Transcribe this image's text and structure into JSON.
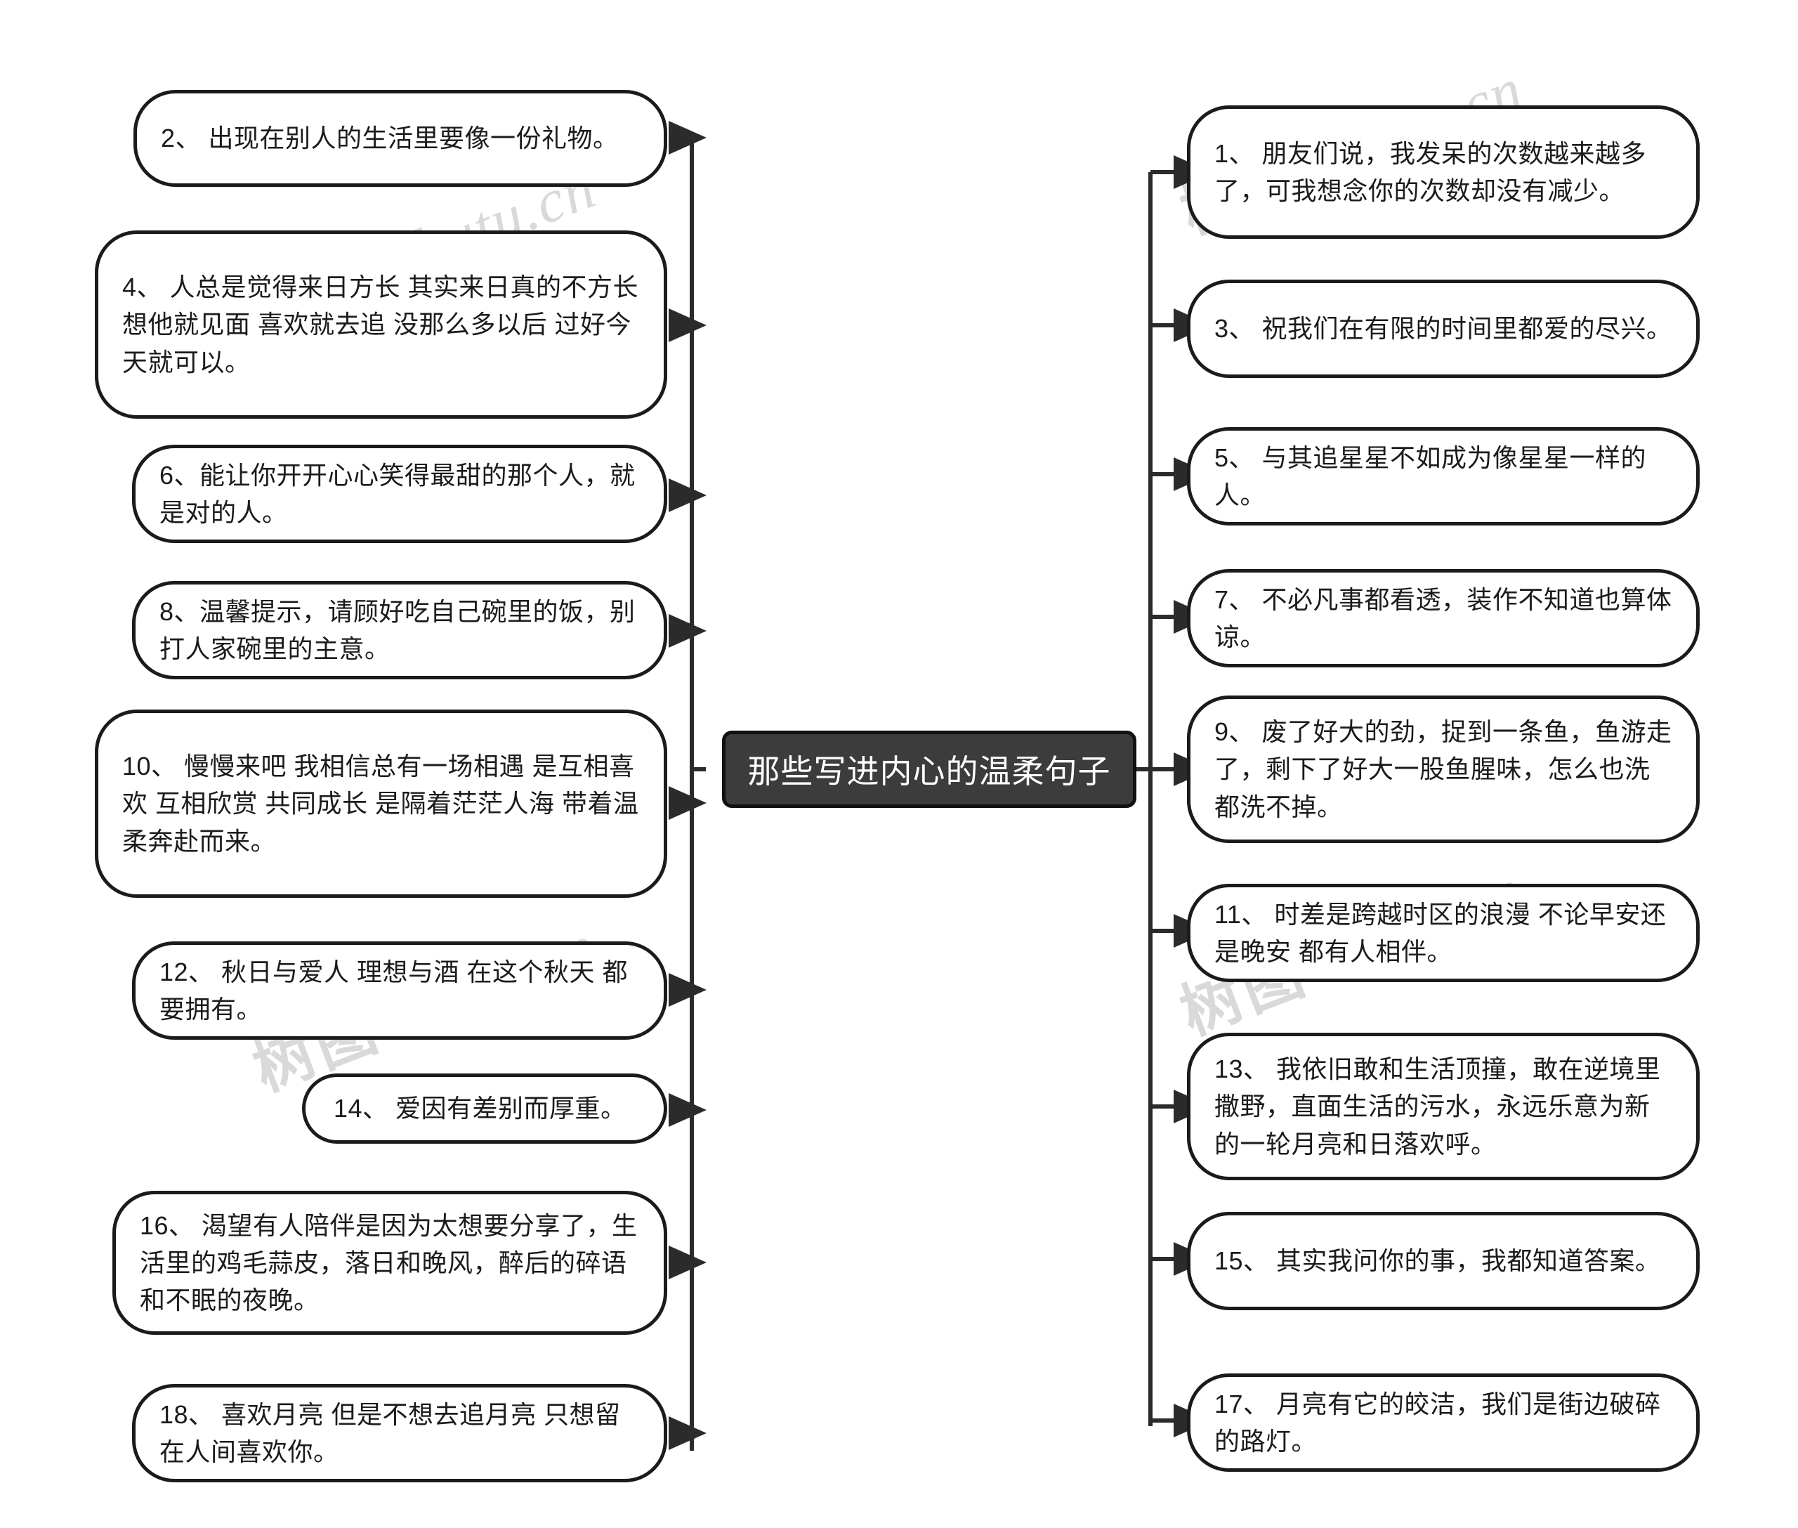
{
  "root": {
    "title": "那些写进内心的温柔句子",
    "bg_color": "#3c3c3c",
    "text_color": "#ffffff"
  },
  "watermark": {
    "text": "树图 shutu.cn",
    "color": "#d9d9d9"
  },
  "theme": {
    "node_border_color": "#1b1b1b",
    "node_bg_color": "#ffffff",
    "node_text_color": "#1b1b1b",
    "connector_color": "#2b2b2b",
    "canvas_bg": "#ffffff"
  },
  "left_branch": [
    {
      "id": "node-2",
      "label": "2、 出现在别人的生活里要像一份礼物。"
    },
    {
      "id": "node-4",
      "label": "4、 人总是觉得来日方长 其实来日真的不方长 想他就见面 喜欢就去追 没那么多以后 过好今天就可以。"
    },
    {
      "id": "node-6",
      "label": "6、能让你开开心心笑得最甜的那个人，就是对的人。"
    },
    {
      "id": "node-8",
      "label": "8、温馨提示，请顾好吃自己碗里的饭，别打人家碗里的主意。"
    },
    {
      "id": "node-10",
      "label": "10、 慢慢来吧 我相信总有一场相遇 是互相喜欢 互相欣赏 共同成长 是隔着茫茫人海 带着温柔奔赴而来。"
    },
    {
      "id": "node-12",
      "label": "12、 秋日与爱人 理想与酒 在这个秋天 都要拥有。"
    },
    {
      "id": "node-14",
      "label": "14、 爱因有差别而厚重。"
    },
    {
      "id": "node-16",
      "label": "16、 渴望有人陪伴是因为太想要分享了，生活里的鸡毛蒜皮，落日和晚风，醉后的碎语和不眠的夜晚。"
    },
    {
      "id": "node-18",
      "label": "18、 喜欢月亮 但是不想去追月亮 只想留在人间喜欢你。"
    }
  ],
  "right_branch": [
    {
      "id": "node-1",
      "label": "1、 朋友们说，我发呆的次数越来越多了，可我想念你的次数却没有减少。"
    },
    {
      "id": "node-3",
      "label": "3、 祝我们在有限的时间里都爱的尽兴。"
    },
    {
      "id": "node-5",
      "label": "5、 与其追星星不如成为像星星一样的人。"
    },
    {
      "id": "node-7",
      "label": "7、 不必凡事都看透，装作不知道也算体谅。"
    },
    {
      "id": "node-9",
      "label": "9、 废了好大的劲，捉到一条鱼，鱼游走了，剩下了好大一股鱼腥味，怎么也洗都洗不掉。"
    },
    {
      "id": "node-11",
      "label": "11、 时差是跨越时区的浪漫 不论早安还是晚安 都有人相伴。"
    },
    {
      "id": "node-13",
      "label": "13、 我依旧敢和生活顶撞，敢在逆境里撒野，直面生活的污水，永远乐意为新的一轮月亮和日落欢呼。"
    },
    {
      "id": "node-15",
      "label": "15、 其实我问你的事，我都知道答案。"
    },
    {
      "id": "node-17",
      "label": "17、 月亮有它的皎洁，我们是街边破碎的路灯。"
    }
  ]
}
